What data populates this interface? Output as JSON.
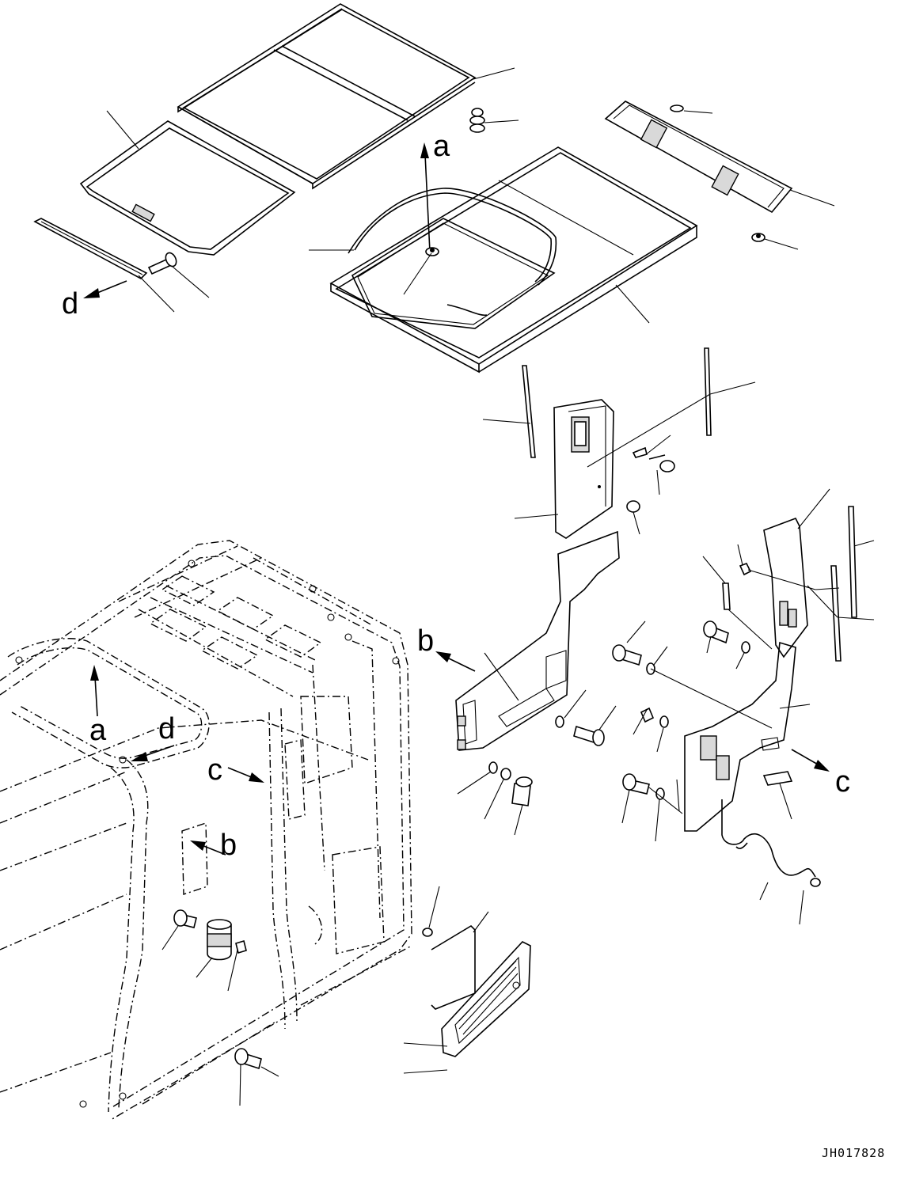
{
  "drawing_code": "JH017828",
  "view_labels": {
    "a": "a",
    "b": "b",
    "c": "c",
    "d": "d"
  },
  "colors": {
    "line": "#000000",
    "background": "#ffffff"
  }
}
